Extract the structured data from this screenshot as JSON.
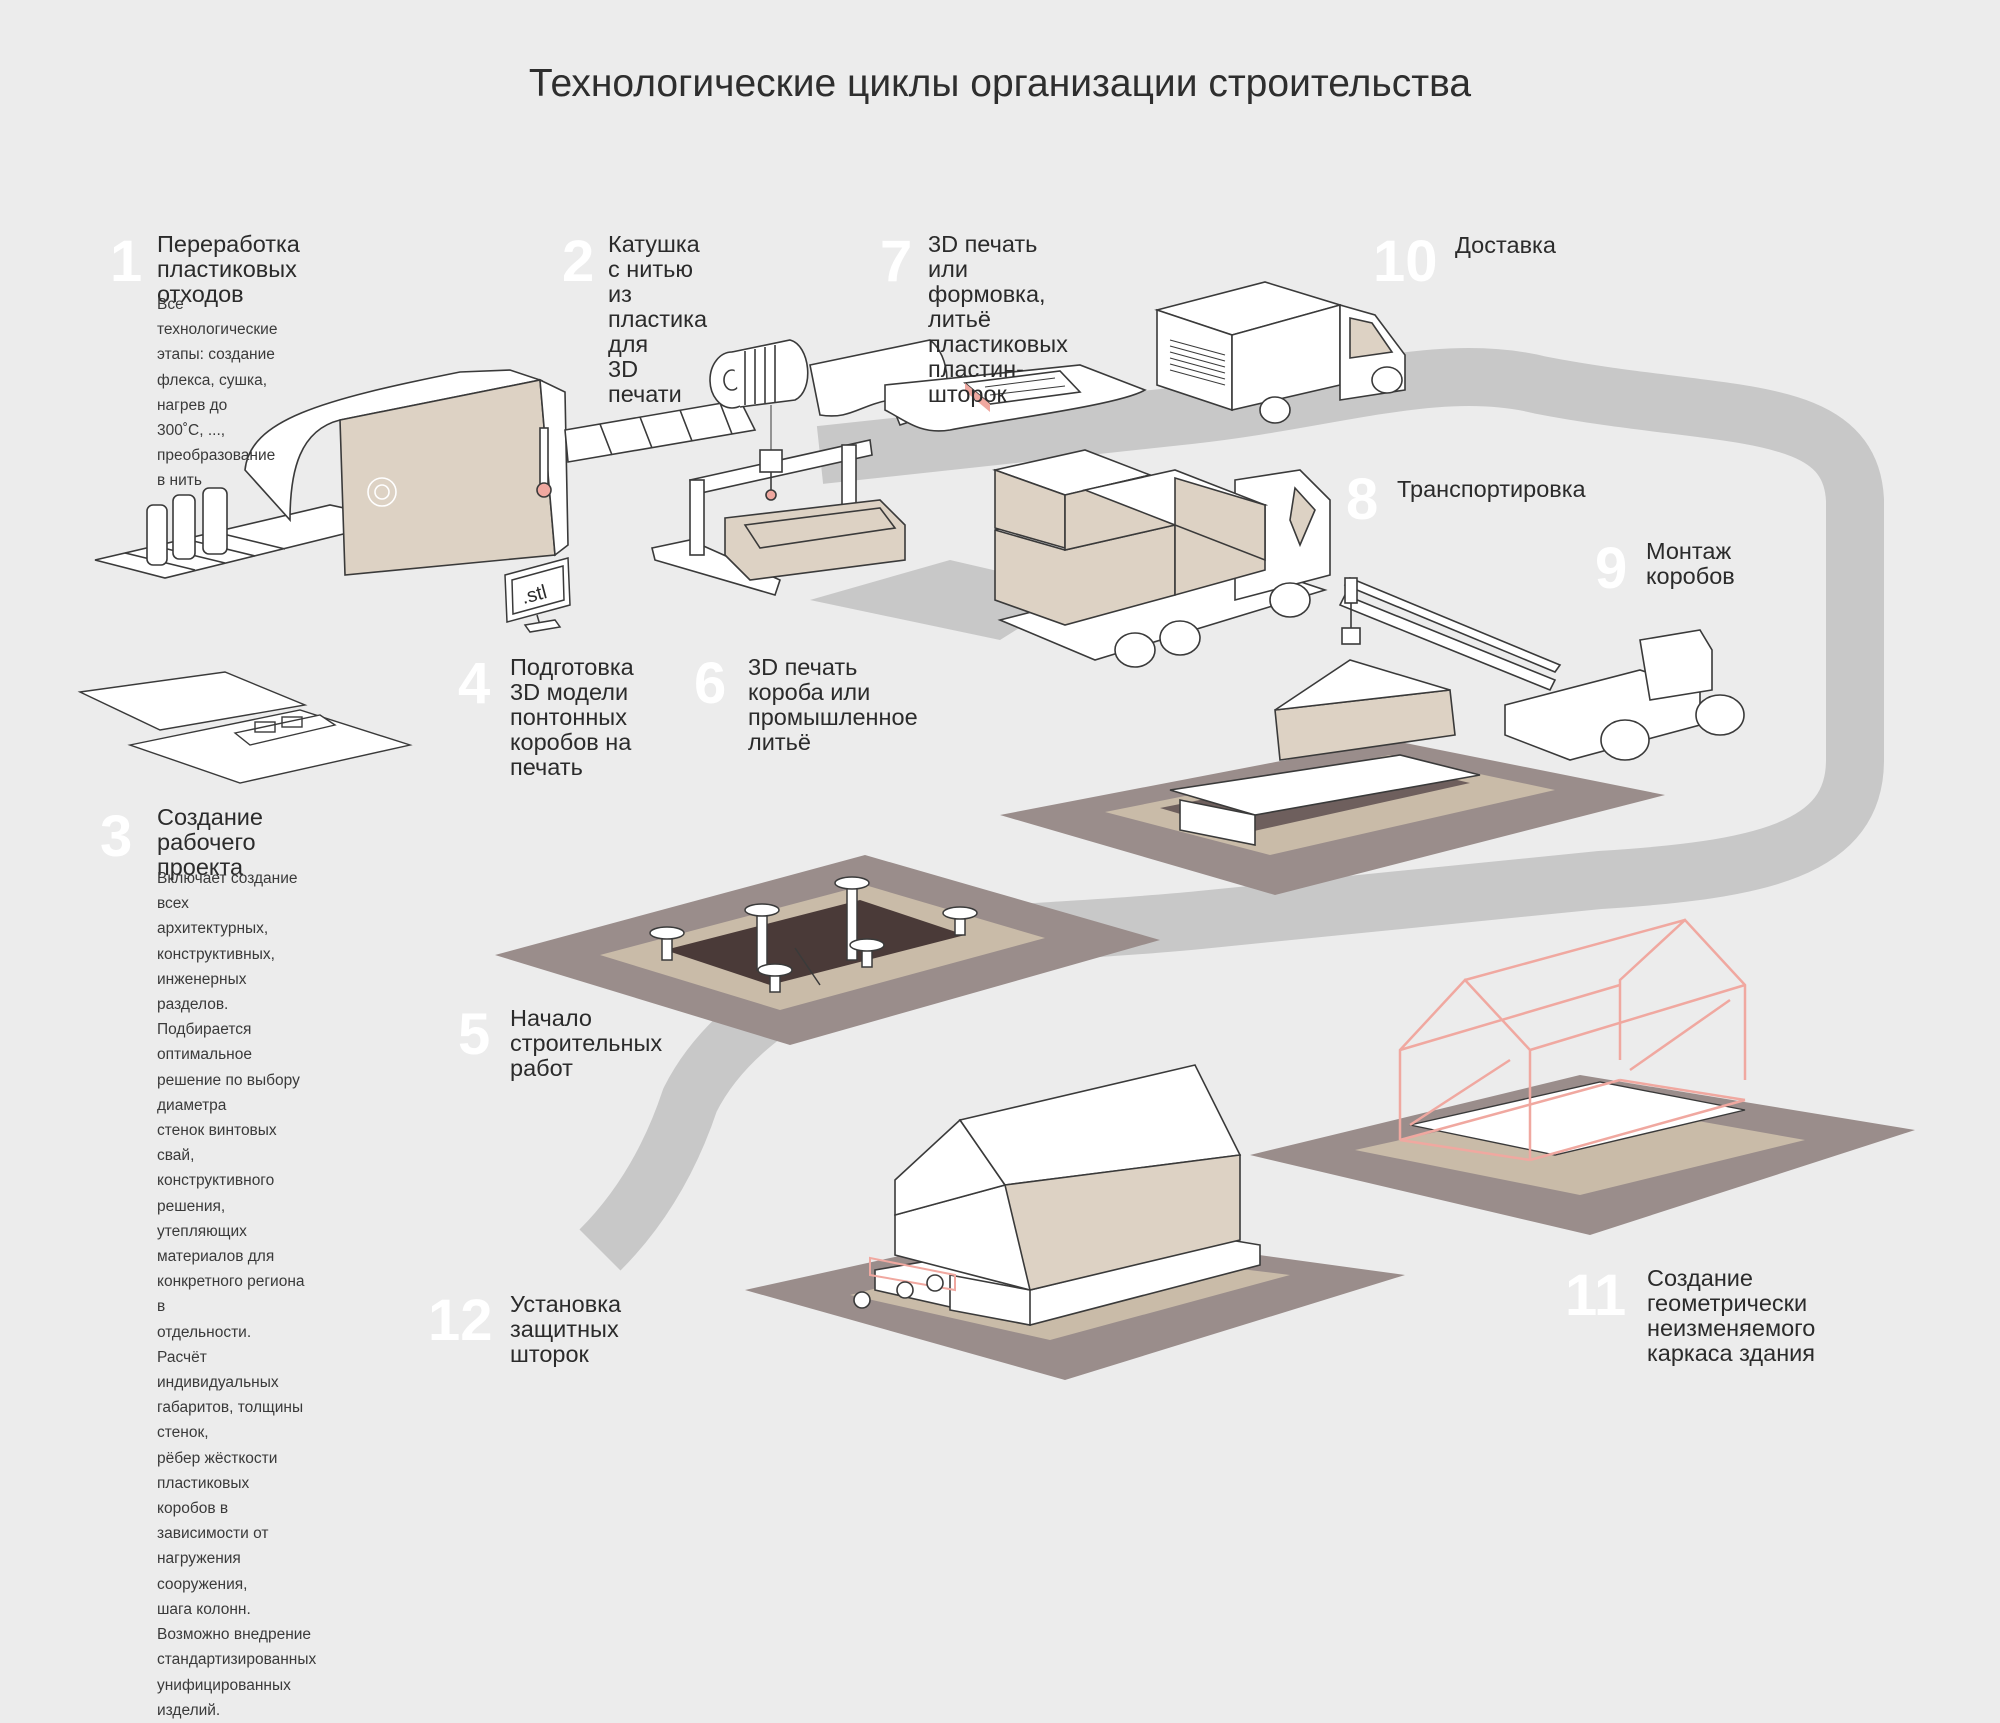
{
  "title": "Технологические циклы организации строительства",
  "monitor_label": ".stl",
  "steps": {
    "s1": {
      "num": "1",
      "label": "Переработка пластиковых\nотходов",
      "description": "Все технологические этапы: создание\nфлекса, сушка, нагрев до 300˚С, ...,\nпреобразование в нить"
    },
    "s2": {
      "num": "2",
      "label": "Катушка с нитью\nиз пластика для\n3D печати"
    },
    "s3": {
      "num": "3",
      "label": "Создание рабочего\nпроекта",
      "description": "Включает создание всех\nархитектурных, конструктивных,\nинженерных разделов.\nПодбирается оптимальное\nрешение по выбору диаметра\nстенок винтовых свай,\nконструктивного решения,\nутепляющих материалов для\nконкретного региона в\nотдельности.\nРасчёт индивидуальных\nгабаритов, толщины стенок,\nрёбер жёсткости пластиковых\nкоробов в зависимости от\nнагружения сооружения,\nшага колонн.\nВозможно внедрение\nстандартизированных\nунифицированных изделий."
    },
    "s4": {
      "num": "4",
      "label": "Подготовка\n3D модели\nпонтонных\nкоробов на\nпечать"
    },
    "s5": {
      "num": "5",
      "label": "Начало\nстроительных\nработ"
    },
    "s6": {
      "num": "6",
      "label": "3D печать\nкороба или\nпромышленное\nлитьё"
    },
    "s7": {
      "num": "7",
      "label": "3D печать или\nформовка, литьё\nпластиковых\nпластин-шторок"
    },
    "s8": {
      "num": "8",
      "label": "Транспортировка"
    },
    "s9": {
      "num": "9",
      "label": "Монтаж\nкоробов"
    },
    "s10": {
      "num": "10",
      "label": "Доставка"
    },
    "s11": {
      "num": "11",
      "label": "Создание\nгеометрически\nнеизменяемого\nкаркаса здания"
    },
    "s12": {
      "num": "12",
      "label": "Установка\nзащитных\nшторок"
    }
  },
  "colors": {
    "background": "#ececec",
    "road": "#c8c8c8",
    "ground": "#9a8d8b",
    "ground_inner": "#c9bba8",
    "beige": "#ddd2c4",
    "pink": "#f0a8a0",
    "outline": "#3a3a3a"
  }
}
